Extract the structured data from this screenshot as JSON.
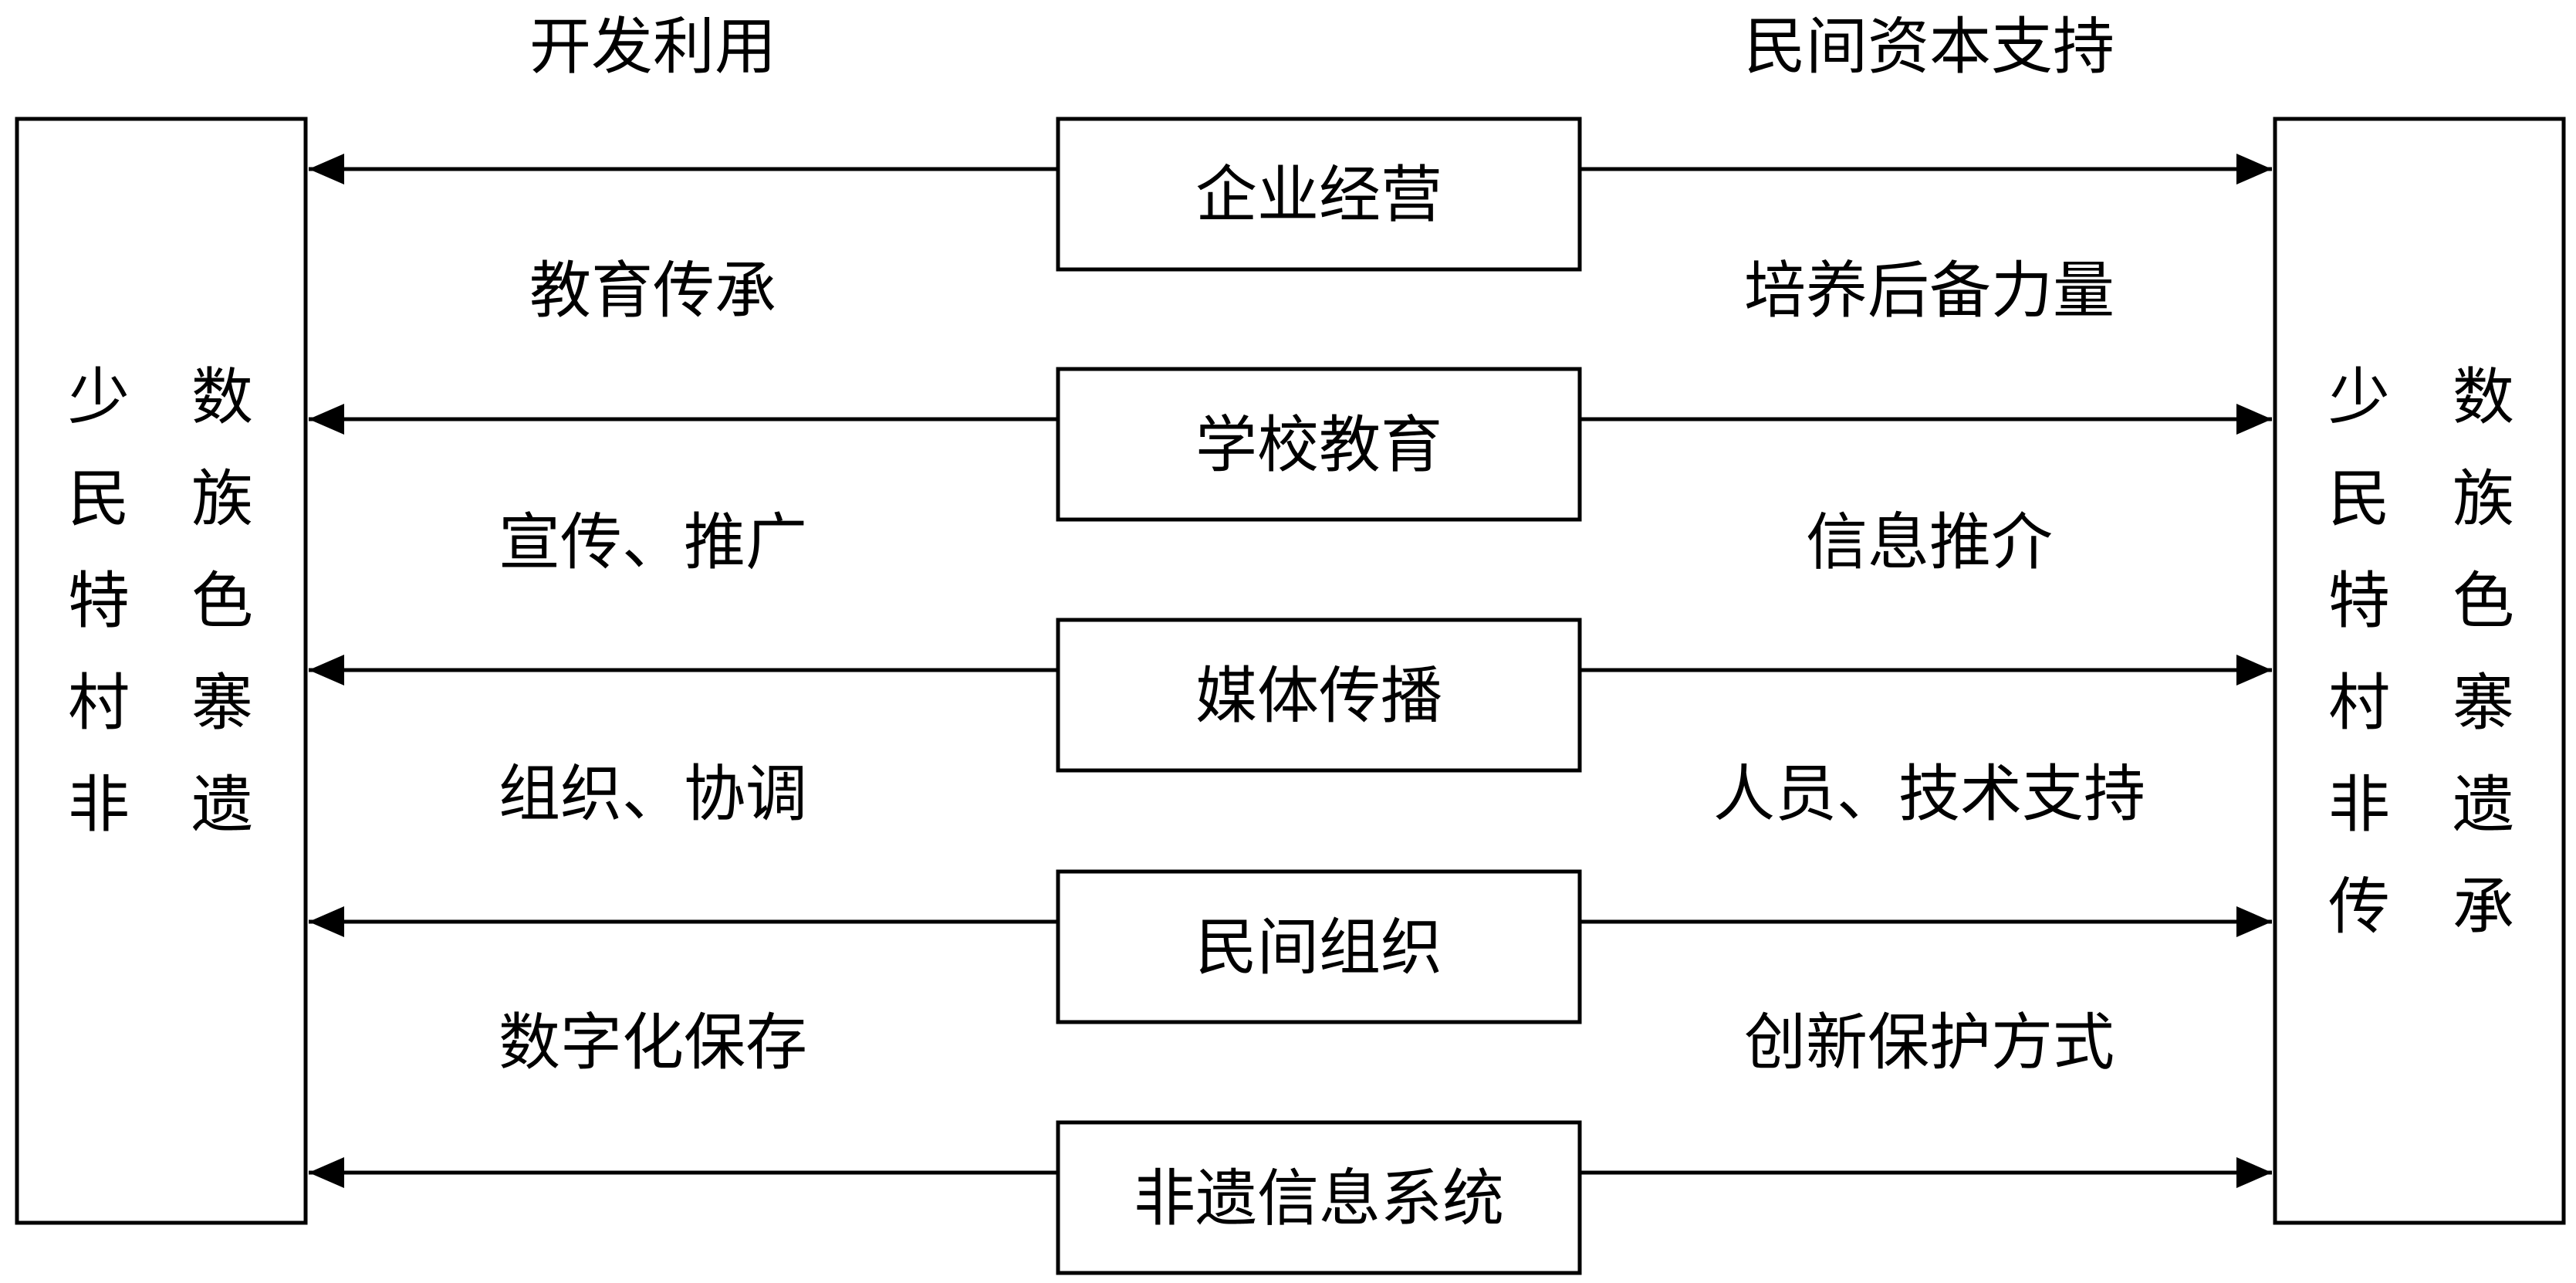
{
  "left_node": {
    "columns": [
      [
        "少",
        "民",
        "特",
        "村",
        "非"
      ],
      [
        "数",
        "族",
        "色",
        "寨",
        "遗"
      ]
    ]
  },
  "right_node": {
    "columns": [
      [
        "少",
        "民",
        "特",
        "村",
        "非",
        "传"
      ],
      [
        "数",
        "族",
        "色",
        "寨",
        "遗",
        "承"
      ]
    ]
  },
  "rows": [
    {
      "center": "企业经营",
      "left_label": "开发利用",
      "right_label": "民间资本支持"
    },
    {
      "center": "学校教育",
      "left_label": "教育传承",
      "right_label": "培养后备力量"
    },
    {
      "center": "媒体传播",
      "left_label": "宣传、推广",
      "right_label": "信息推介"
    },
    {
      "center": "民间组织",
      "left_label": "组织、协调",
      "right_label": "人员、技术支持"
    },
    {
      "center": "非遗信息系统",
      "left_label": "数字化保存",
      "right_label": "创新保护方式"
    }
  ]
}
